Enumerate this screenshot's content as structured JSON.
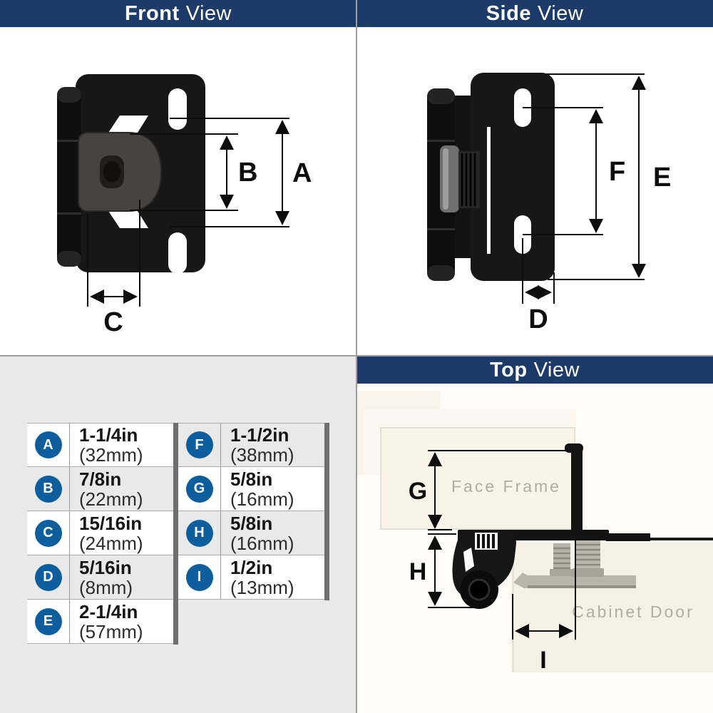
{
  "colors": {
    "header_bg": "#1d3b68",
    "badge_bg": "#0d5e9c",
    "table_quadrant_bg": "#e9e9e9",
    "table_divider_bar": "#6f6f6f",
    "dimension_line": "#0d0d0d",
    "wood_fill": "#f8f2e7",
    "metal_fill": "#b9b5ab"
  },
  "views": {
    "front": {
      "title_bold": "Front",
      "title_rest": "View",
      "labels": {
        "a": "A",
        "b": "B",
        "c": "C"
      }
    },
    "side": {
      "title_bold": "Side",
      "title_rest": "View",
      "labels": {
        "d": "D",
        "e": "E",
        "f": "F"
      }
    },
    "top": {
      "title_bold": "Top",
      "title_rest": "View",
      "labels": {
        "g": "G",
        "h": "H",
        "i": "I"
      },
      "annotations": {
        "face_frame": "Face Frame",
        "cabinet_door": "Cabinet Door"
      }
    }
  },
  "dimensions_table": {
    "left_column": [
      {
        "letter": "A",
        "inches": "1-1/4in",
        "metric": "(32mm)"
      },
      {
        "letter": "B",
        "inches": "7/8in",
        "metric": "(22mm)"
      },
      {
        "letter": "C",
        "inches": "15/16in",
        "metric": "(24mm)"
      },
      {
        "letter": "D",
        "inches": "5/16in",
        "metric": "(8mm)"
      },
      {
        "letter": "E",
        "inches": "2-1/4in",
        "metric": "(57mm)"
      }
    ],
    "right_column": [
      {
        "letter": "F",
        "inches": "1-1/2in",
        "metric": "(38mm)"
      },
      {
        "letter": "G",
        "inches": "5/8in",
        "metric": "(16mm)"
      },
      {
        "letter": "H",
        "inches": "5/8in",
        "metric": "(16mm)"
      },
      {
        "letter": "I",
        "inches": "1/2in",
        "metric": "(13mm)"
      }
    ]
  }
}
